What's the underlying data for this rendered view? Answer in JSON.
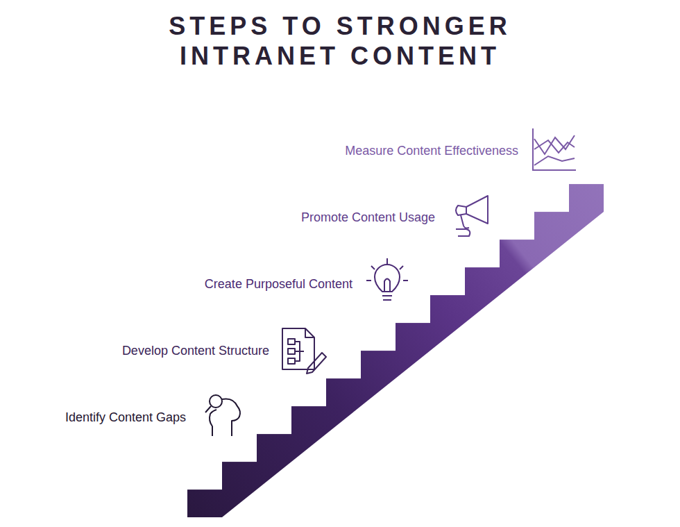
{
  "diagram": {
    "title": "STEPS TO STRONGER INTRANET CONTENT",
    "labels": [
      "Measure Content Effectiveness",
      "Promote Content Usage",
      "Create Purposeful Content",
      "Develop Content Structure",
      "Identify Content Gaps"
    ]
  }
}
